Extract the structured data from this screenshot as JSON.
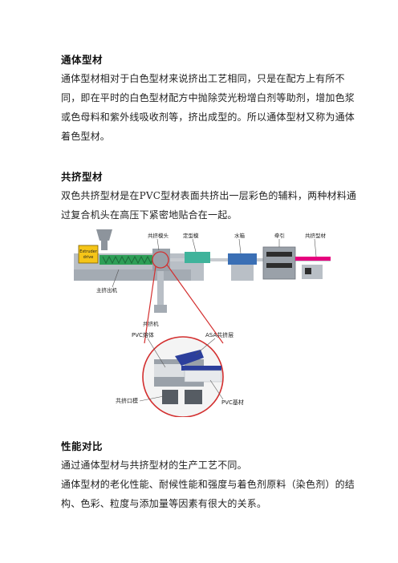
{
  "sections": [
    {
      "heading": "通体型材",
      "lines": [
        "通体型材相对于白色型材来说挤出工艺相同，只是在配方上有所不",
        "同，即在平时的白色型材配方中抛除荧光粉增白剂等助剂，增加色浆",
        "或色母料和紫外线吸收剂等，挤出成型的。所以通体型材又称为通体",
        "着色型材。"
      ]
    },
    {
      "heading": "共挤型材",
      "lines": [
        "双色共挤型材是在PVC型材表面共挤出一层彩色的辅料，两种材料通",
        "过复合机头在高压下紧密地贴合在一起。"
      ]
    },
    {
      "heading": "性能对比",
      "lines": [
        "通过通体型材与共挤型材的生产工艺不同。",
        "通体型材的老化性能、耐候性能和强度与着色剂原料（染色剂）的结",
        "构、色彩、粒度与添加量等因素有很大的关系。"
      ]
    }
  ],
  "diagram": {
    "labels": {
      "extruder_drive": "Extruder drive",
      "coextrusion_head": "共挤模头",
      "sizing_die": "定型模",
      "water_tank": "水箱",
      "haul_off": "牵引",
      "coextruded_profile": "共挤型材",
      "main_extruder": "主挤出机",
      "co_extruder": "共挤机",
      "pvc_melt": "PVC熔体",
      "asa_layer": "ASA共挤层",
      "coextrusion_die": "共挤口模",
      "pvc_substrate": "PVC基材"
    },
    "colors": {
      "machine_gray": "#b9bfc6",
      "extruder_green": "#2e9e57",
      "melt_red": "#e02828",
      "sizing_teal": "#3fb39b",
      "water_blue": "#3a6fb5",
      "callout_red": "#d32f2f",
      "asa_blue": "#2c3f9c",
      "profile_pink": "#e6007e"
    }
  }
}
